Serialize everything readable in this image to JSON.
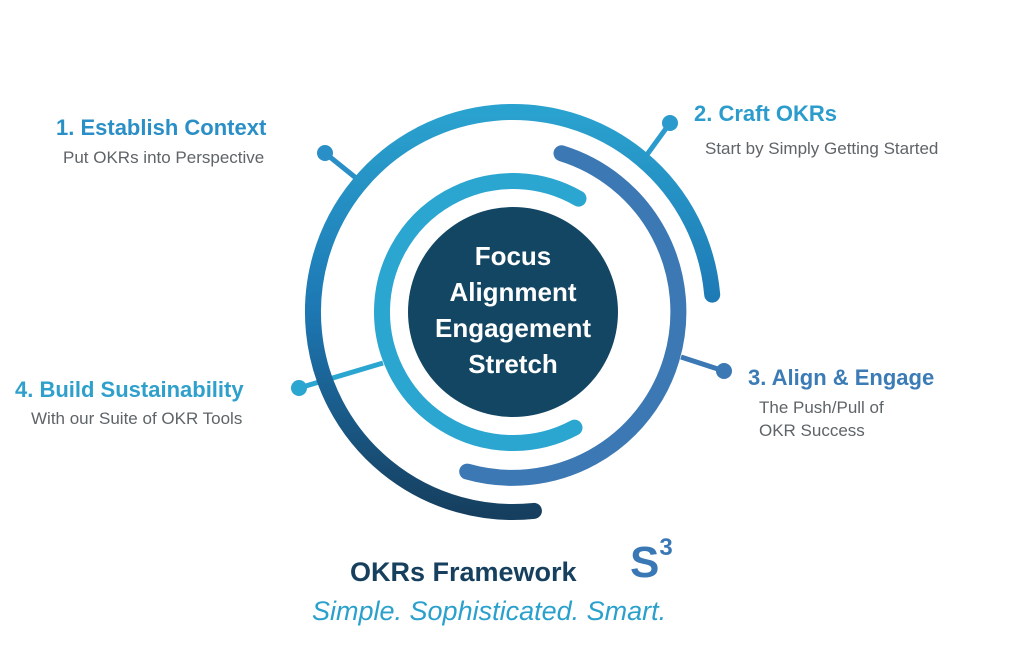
{
  "colors": {
    "outer_top": "#2aa2cf",
    "outer_mid": "#1d77b3",
    "outer_bottom": "#163f5f",
    "middle": "#3c78b4",
    "inner": "#2aa6d0",
    "core": "#134663",
    "connector_1": "#2b8fc7",
    "connector_2": "#2a9bcc",
    "connector_3": "#3b78b4",
    "connector_4": "#2aa6d0"
  },
  "center": {
    "lines": [
      "Focus",
      "Alignment",
      "Engagement",
      "Stretch"
    ]
  },
  "steps": [
    {
      "number": "1.",
      "title": "1. Establish Context",
      "subtitle": [
        "Put OKRs into Perspective"
      ]
    },
    {
      "number": "2.",
      "title": "2. Craft OKRs",
      "subtitle": [
        "Start by Simply Getting Started"
      ]
    },
    {
      "number": "3.",
      "title": "3. Align & Engage",
      "subtitle": [
        "The Push/Pull of",
        "OKR Success"
      ]
    },
    {
      "number": "4.",
      "title": "4. Build Sustainability",
      "subtitle": [
        "With our Suite of OKR Tools"
      ]
    }
  ],
  "footer": {
    "title": "OKRs Framework",
    "mark": "S",
    "mark_superscript": "3",
    "tagline": "Simple. Sophisticated. Smart."
  }
}
